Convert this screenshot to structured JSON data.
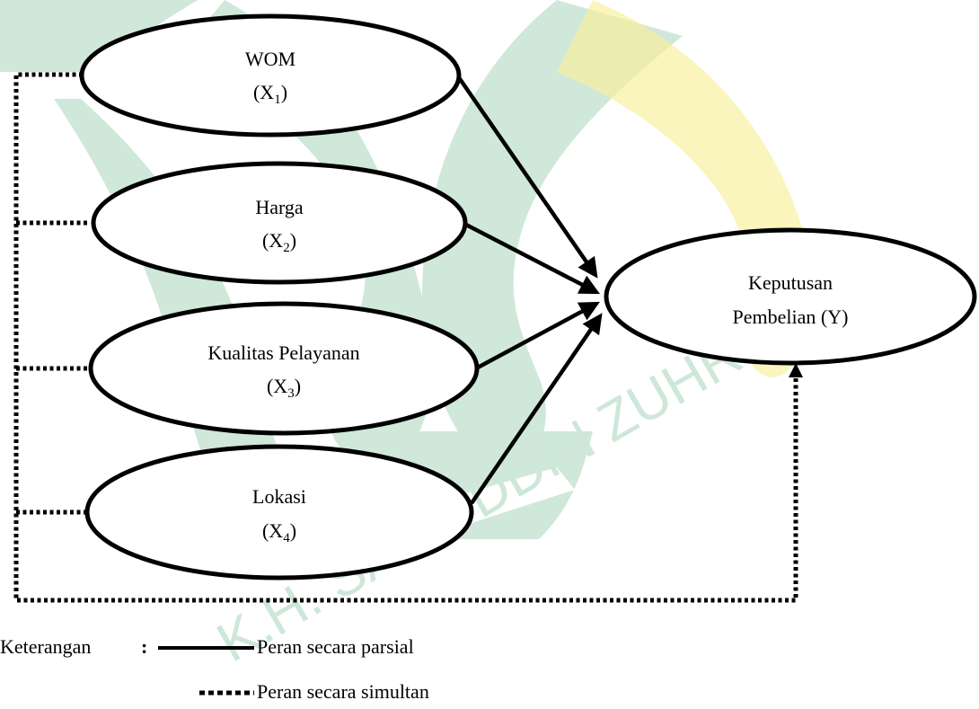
{
  "diagram": {
    "nodes": [
      {
        "id": "x1",
        "label": "WOM",
        "sub_base": "(X",
        "sub_index": "1",
        "sub_end": ")"
      },
      {
        "id": "x2",
        "label": "Harga",
        "sub_base": "(X",
        "sub_index": "2",
        "sub_end": ")"
      },
      {
        "id": "x3",
        "label": "Kualitas Pelayanan",
        "sub_base": "(X",
        "sub_index": "3",
        "sub_end": ")"
      },
      {
        "id": "x4",
        "label": "Lokasi",
        "sub_base": "(X",
        "sub_index": "4",
        "sub_end": ")"
      },
      {
        "id": "y",
        "label_line1": "Keputusan",
        "label_line2": "Pembelian (Y)"
      }
    ],
    "edges": [
      {
        "from": "x1",
        "to": "y",
        "style": "solid"
      },
      {
        "from": "x2",
        "to": "y",
        "style": "solid"
      },
      {
        "from": "x3",
        "to": "y",
        "style": "solid"
      },
      {
        "from": "x4",
        "to": "y",
        "style": "solid"
      },
      {
        "from": "x1,x2,x3,x4",
        "to": "y",
        "style": "dotted"
      }
    ]
  },
  "legend": {
    "heading": "Keterangan",
    "colon": ":",
    "solid_label": "Peran secara parsial",
    "dotted_label": "Peran secara simultan"
  },
  "watermark": {
    "text": "K.H. SAIFUDDIN ZUHRI",
    "partial_text": "P",
    "green": "#cde7d8",
    "yellow": "#f7ef9a"
  }
}
